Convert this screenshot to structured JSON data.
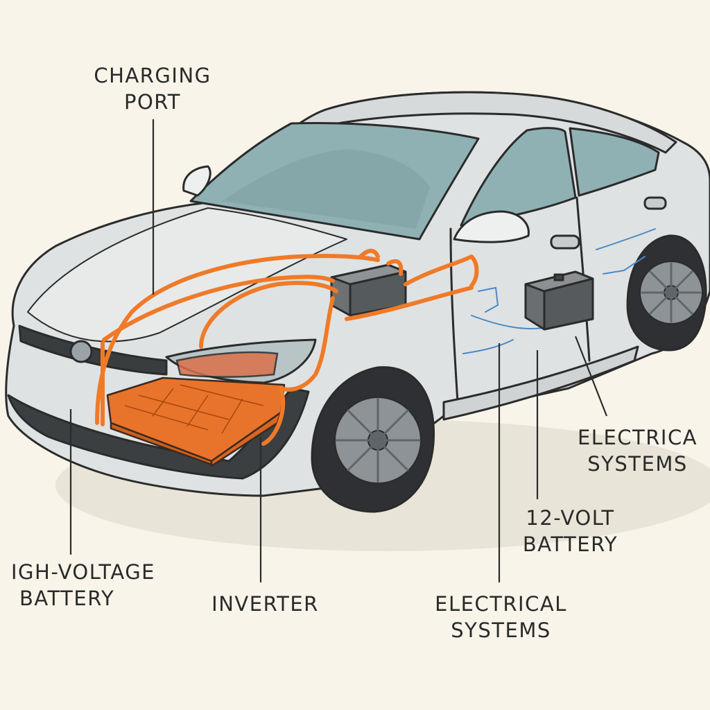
{
  "labels": {
    "charging_port": {
      "line1": "CHARGING",
      "line2": "PORT"
    },
    "high_voltage_battery": {
      "line1": "IGH-VOLTAGE",
      "line2": "BATTERY"
    },
    "inverter": {
      "line1": "INVERTER"
    },
    "electrical_systems_bottom": {
      "line1": "ELECTRICAL",
      "line2": "SYSTEMS"
    },
    "twelve_volt_battery": {
      "line1": "12-VOLT",
      "line2": "BATTERY"
    },
    "electrical_systems_right": {
      "line1": "ELECTRICA",
      "line2": "SYSTEMS"
    }
  },
  "colors": {
    "background": "#f8f4ea",
    "body": "#dfe2e2",
    "outline": "#2b2b2b",
    "glass": "#8fb1b3",
    "cable": "#f07a28",
    "battery_pack": "#e8732a",
    "wiring": "#4a88c8"
  }
}
